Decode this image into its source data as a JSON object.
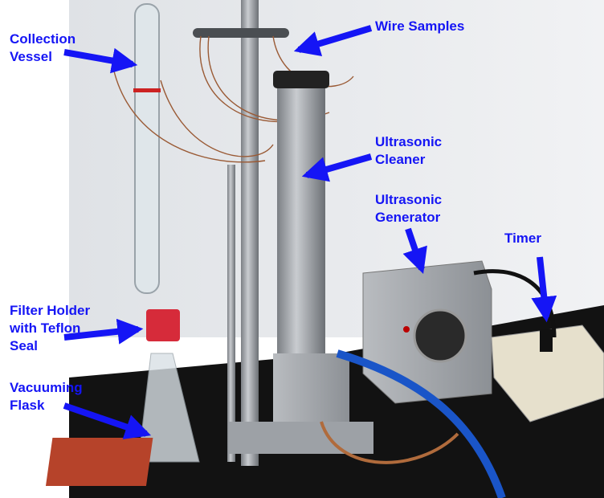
{
  "labels": {
    "collection_vessel": [
      "Collection",
      "Vessel"
    ],
    "wire_samples": "Wire Samples",
    "ultrasonic_cleaner": [
      "Ultrasonic",
      "Cleaner"
    ],
    "ultrasonic_generator": [
      "Ultrasonic",
      "Generator"
    ],
    "timer": "Timer",
    "filter_holder": [
      "Filter Holder",
      "with Teflon",
      "Seal"
    ],
    "vacuuming_flask": [
      "Vacuuming",
      "Flask"
    ]
  },
  "colors": {
    "label": "#1515f5",
    "arrow": "#1515f5",
    "table": "#111111",
    "wall": "#e9ebee"
  }
}
